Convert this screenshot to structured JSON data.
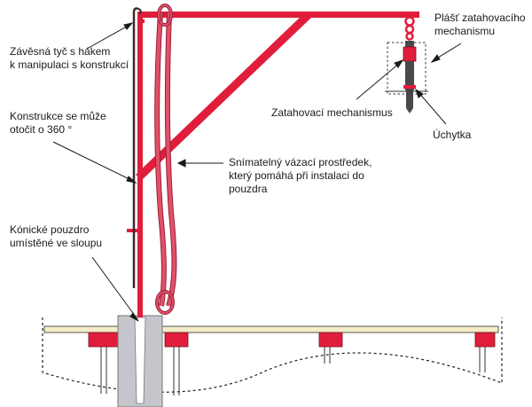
{
  "labels": {
    "hook_rod": [
      "Závěsná tyč s hákem",
      "k manipulaci s konstrukcí"
    ],
    "rotation": [
      "Konstrukce se může",
      "otočit o 360 °"
    ],
    "socket": [
      "Kónické pouzdro",
      "umístěné ve sloupu"
    ],
    "housing": [
      "Plášť zatahovacího",
      "mechanismu"
    ],
    "mechanism": "Zatahovací mechanismus",
    "grip": "Úchytka",
    "sling": [
      "Snímatelný vázací prostředek,",
      "který pomáhá při instalaci do",
      "pouzdra"
    ]
  },
  "colors": {
    "structure_red": "#e01e3c",
    "sling_pink": "#e2506a",
    "sling_outline": "#9a1f36",
    "rod_dark": "#3a2a2e",
    "mechanism_dark": "#4a4a4a",
    "socket_gray": "#c4c6cc",
    "deck_cream": "#f3ecc6"
  }
}
